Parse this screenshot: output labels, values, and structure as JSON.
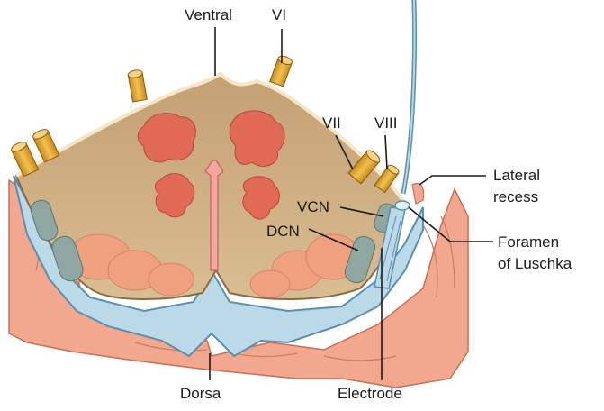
{
  "labels": {
    "ventral": "Ventral",
    "vi": "VI",
    "vii": "VII",
    "viii": "VIII",
    "lateral_recess_1": "Lateral",
    "lateral_recess_2": "recess",
    "vcn": "VCN",
    "dcn": "DCN",
    "foramen_1": "Foramen",
    "foramen_2": "of Luschka",
    "dorsa": "Dorsa",
    "electrode": "Electrode"
  },
  "colors": {
    "brainstem": "#c9a878",
    "brainstem_edge": "#8a6a45",
    "nucleus": "#e06a55",
    "cerebellum": "#f0a58e",
    "ventricle": "#bcd9e8",
    "ventricle_edge": "#5a8fb0",
    "nerve": "#e8b035",
    "cochlear_nucleus": "#8fa7a0",
    "electrode": "#7fb6d8"
  }
}
